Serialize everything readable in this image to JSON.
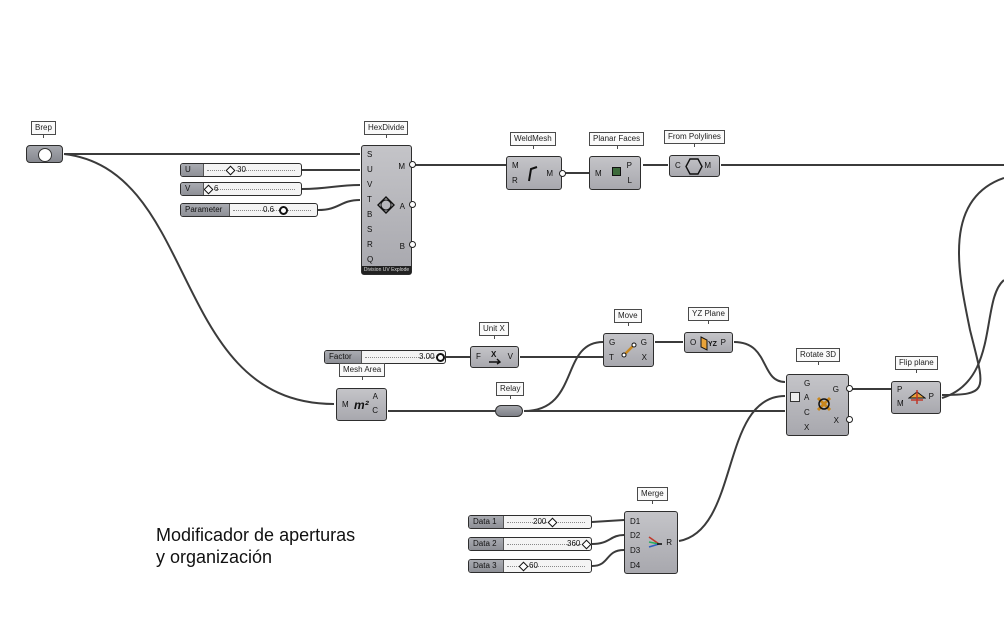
{
  "tags": {
    "brep": "Brep",
    "hexdivide": "HexDivide",
    "weldmesh": "WeldMesh",
    "planar_faces": "Planar Faces",
    "from_polylines": "From Polylines",
    "unit_x": "Unit X",
    "move": "Move",
    "yz_plane": "YZ Plane",
    "mesh_area": "Mesh Area",
    "relay": "Relay",
    "rotate3d": "Rotate 3D",
    "flip_plane": "Flip plane",
    "merge": "Merge"
  },
  "sliders": {
    "u": {
      "label": "U",
      "value": "30"
    },
    "v": {
      "label": "V",
      "value": "6"
    },
    "parameter": {
      "label": "Parameter",
      "value": "0.6"
    },
    "factor": {
      "label": "Factor",
      "value": "3.00"
    },
    "data1": {
      "label": "Data 1",
      "value": "200"
    },
    "data2": {
      "label": "Data 2",
      "value": "360"
    },
    "data3": {
      "label": "Data 3",
      "value": "60"
    }
  },
  "hexdivide": {
    "inputs": [
      "S",
      "U",
      "V",
      "T",
      "B",
      "S",
      "R",
      "Q"
    ],
    "outputs": [
      "M",
      "A",
      "B"
    ],
    "footer": "Division UV Explode"
  },
  "weldmesh": {
    "inputs": [
      "M",
      "R"
    ],
    "outputs": [
      "M"
    ]
  },
  "planar_faces": {
    "inputs": [
      "M"
    ],
    "outputs": [
      "P",
      "L"
    ]
  },
  "from_polylines": {
    "inputs": [
      "C"
    ],
    "outputs": [
      "M"
    ]
  },
  "unit_x": {
    "inputs": [
      "F"
    ],
    "outputs": [
      "V"
    ]
  },
  "move": {
    "inputs": [
      "G",
      "T"
    ],
    "outputs": [
      "G",
      "X"
    ]
  },
  "yz_plane": {
    "inputs": [
      "O"
    ],
    "outputs": [
      "P"
    ]
  },
  "mesh_area": {
    "inputs": [
      "M"
    ],
    "outputs": [
      "A",
      "C"
    ],
    "icon_text": "m²"
  },
  "rotate3d": {
    "inputs": [
      "G",
      "A",
      "C",
      "X"
    ],
    "outputs": [
      "G",
      "X"
    ]
  },
  "flip_plane": {
    "inputs": [
      "P",
      "M"
    ],
    "outputs": [
      "P"
    ]
  },
  "merge": {
    "inputs": [
      "D1",
      "D2",
      "D3",
      "D4"
    ],
    "outputs": [
      "R"
    ]
  },
  "caption": {
    "line1": "Modificador de aperturas",
    "line2": "y organización"
  }
}
